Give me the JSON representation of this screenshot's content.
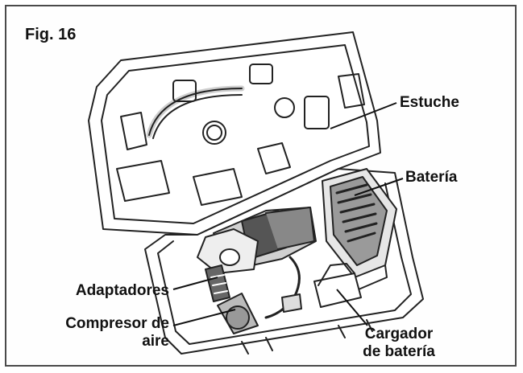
{
  "figure": {
    "label": "Fig. 16"
  },
  "labels": {
    "case": "Estuche",
    "battery": "Batería",
    "adapters": "Adaptadores",
    "compressor_line1": "Compresor de",
    "compressor_line2": "aire",
    "charger_line1": "Cargador",
    "charger_line2": "de batería"
  },
  "colors": {
    "ink": "#111111",
    "frame": "#4a4a4a",
    "fill_gray": "#bdbdbd",
    "fill_dark": "#555555"
  }
}
